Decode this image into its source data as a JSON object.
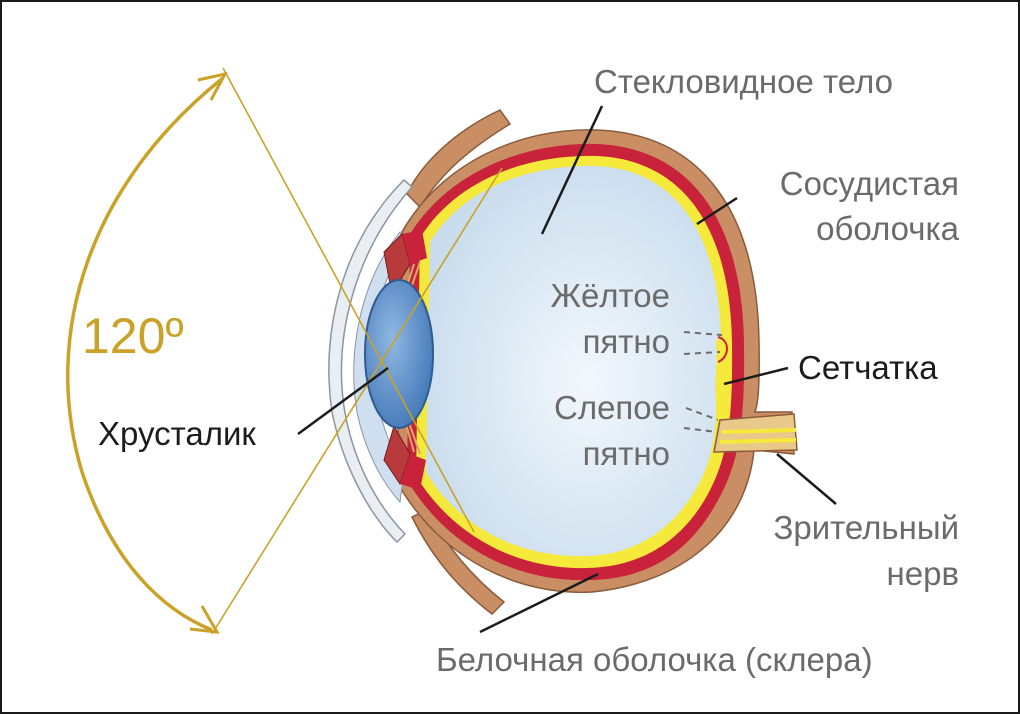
{
  "labels": {
    "vitreous": "Стекловидное тело",
    "choroid_1": "Сосудистая",
    "choroid_2": "оболочка",
    "macula_1": "Жёлтое",
    "macula_2": "пятно",
    "retina": "Сетчатка",
    "blind_1": "Слепое",
    "blind_2": "пятно",
    "optic_1": "Зрительный",
    "optic_2": "нерв",
    "sclera": "Белочная оболочка (склера)",
    "lens": "Хрусталик",
    "angle": "120º"
  },
  "colors": {
    "angle_accent": "#c9a227",
    "sclera": "#c98e63",
    "choroid": "#c8233a",
    "retina": "#f5ea3c",
    "vitreous": "#dbe9f4",
    "lens": "#4a82c2"
  }
}
